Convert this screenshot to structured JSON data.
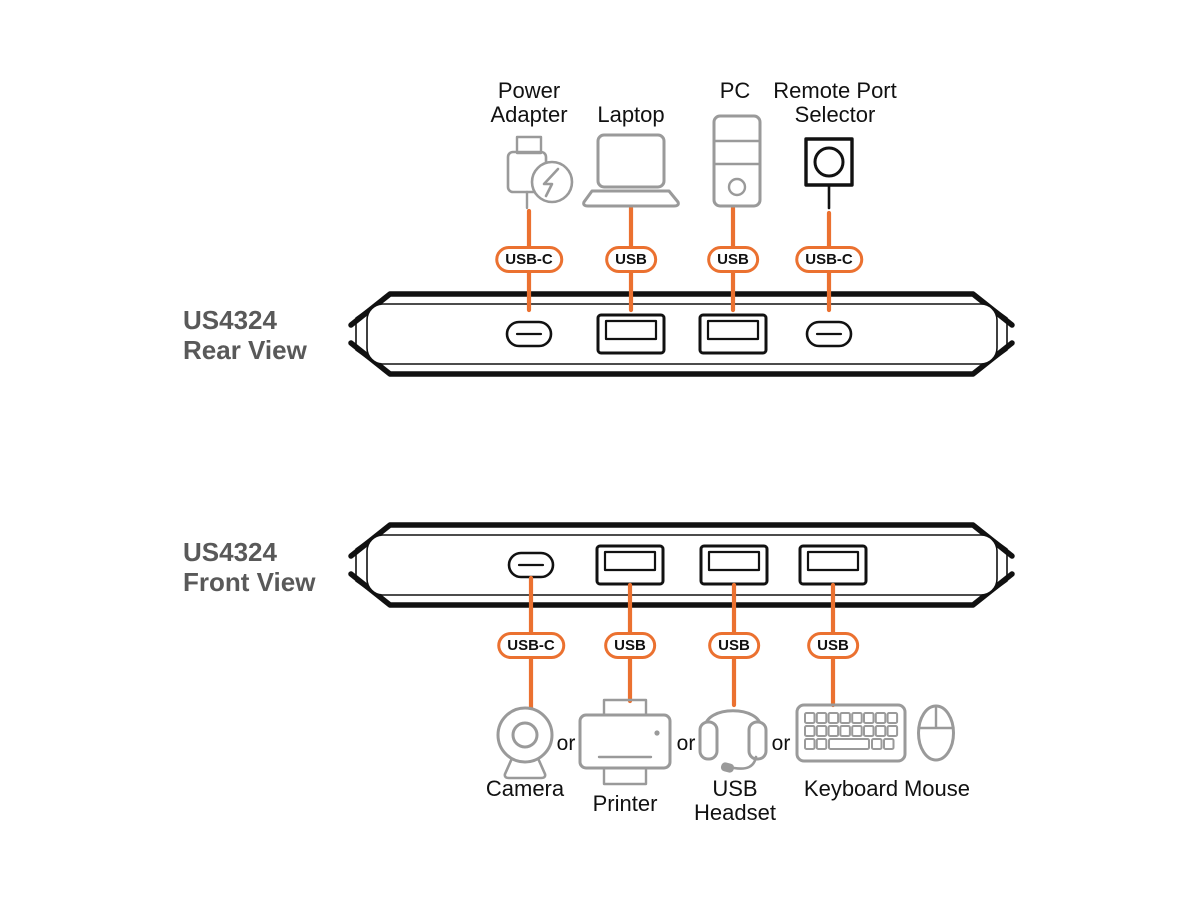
{
  "product": "US4324",
  "colors": {
    "accent": "#EB7130",
    "icon-gray": "#9A9A9A",
    "title-gray": "#595959",
    "ink": "#111111"
  },
  "rear": {
    "title_lines": [
      "US4324",
      "Rear View"
    ],
    "columns": [
      {
        "port_label": "USB-C",
        "device": {
          "lines": [
            "Power",
            "Adapter"
          ],
          "icon": "power-adapter-icon"
        }
      },
      {
        "port_label": "USB",
        "device": {
          "lines": [
            "Laptop"
          ],
          "icon": "laptop-icon"
        }
      },
      {
        "port_label": "USB",
        "device": {
          "lines": [
            "PC"
          ],
          "icon": "pc-tower-icon"
        }
      },
      {
        "port_label": "USB-C",
        "device": {
          "lines": [
            "Remote Port",
            "Selector"
          ],
          "icon": "remote-port-selector-icon"
        }
      }
    ]
  },
  "front": {
    "title_lines": [
      "US4324",
      "Front View"
    ],
    "separator": "or",
    "columns": [
      {
        "port_label": "USB-C",
        "device": {
          "lines": [
            "Camera"
          ],
          "icon": "camera-icon"
        }
      },
      {
        "port_label": "USB",
        "device": {
          "lines": [
            "Printer"
          ],
          "icon": "printer-icon"
        }
      },
      {
        "port_label": "USB",
        "device": {
          "lines": [
            "USB",
            "Headset"
          ],
          "icon": "usb-headset-icon"
        }
      },
      {
        "port_label": "USB",
        "device": {
          "lines": [
            "Keyboard"
          ],
          "icon": "keyboard-icon"
        }
      }
    ],
    "extra_device": {
      "lines": [
        "Mouse"
      ],
      "icon": "mouse-icon"
    }
  }
}
